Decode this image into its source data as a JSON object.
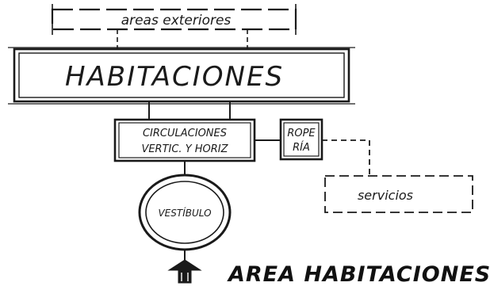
{
  "diagram": {
    "nodes": {
      "areas_exteriores": "areas exteriores",
      "habitaciones": "HABITACIONES",
      "circulaciones_line1": "CIRCULACIONES",
      "circulaciones_line2": "VERTIC. Y HORIZ",
      "roperia_line1": "ROPE",
      "roperia_line2": "RÍA",
      "servicios": "servicios",
      "vestibulo": "VESTÍBULO"
    },
    "title": "AREA HABITACIONES",
    "colors": {
      "ink": "#1a1a1a",
      "paper": "#ffffff"
    },
    "icons": {
      "entrance": "entrance-arrow-icon"
    }
  }
}
